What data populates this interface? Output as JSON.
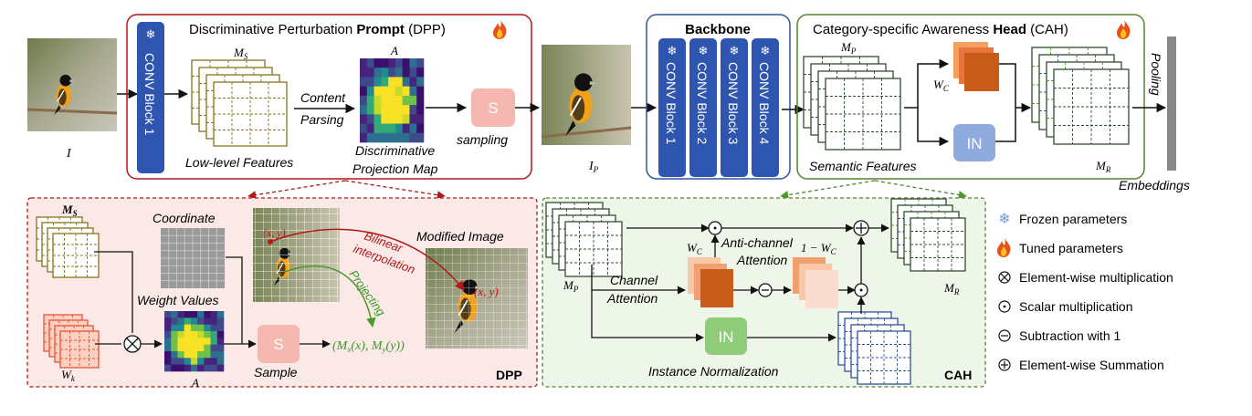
{
  "dpp": {
    "title_pre": "Discriminative Perturbation ",
    "title_bold": "Prompt",
    "title_post": " (DPP)",
    "conv_block": "CONV Block 1",
    "ms_label": "M",
    "ms_sub": "S",
    "low_level": "Low-level Features",
    "content": "Content",
    "parsing": "Parsing",
    "a_label": "A",
    "disc1": "Discriminative",
    "disc2": "Projection Map",
    "s_label": "S",
    "sampling": "sampling"
  },
  "input_label": "I",
  "ip_label": "I",
  "ip_sub": "P",
  "backbone": {
    "title": "Backbone",
    "blocks": [
      "CONV Block 1",
      "CONV Block 2",
      "CONV Block 3",
      "CONV Block 4"
    ]
  },
  "cah": {
    "title_pre": "Category-specific Awareness ",
    "title_bold": "Head",
    "title_post": " (CAH)",
    "mp": "M",
    "mp_sub": "P",
    "wc": "W",
    "wc_sub": "C",
    "in_label": "IN",
    "semantic": "Semantic Features",
    "mr": "M",
    "mr_sub": "R"
  },
  "pooling": "Pooling",
  "embeddings": "Embeddings",
  "dpp_detail": {
    "ms": "M",
    "ms_sub": "S",
    "coordinate": "Coordinate",
    "weight_values": "Weight Values",
    "wk": "W",
    "wk_sub": "k",
    "a": "A",
    "s": "S",
    "sample": "Sample",
    "xy": "(x, y)",
    "bilinear1": "Bilinear",
    "bilinear2": "interpolation",
    "projecting": "Projecting",
    "mapping": "(M_x(x), M_y(y))",
    "modified": "Modified Image",
    "tag": "DPP"
  },
  "cah_detail": {
    "mp": "M",
    "mp_sub": "P",
    "wc": "W",
    "wc_sub": "C",
    "channel1": "Channel",
    "channel2": "Attention",
    "anti1": "Anti-channel",
    "anti2": "Attention",
    "one_minus": "1 − W",
    "one_minus_sub": "C",
    "in_label": "IN",
    "inst_norm": "Instance Normalization",
    "mr": "M",
    "mr_sub": "R",
    "tag": "CAH"
  },
  "legend": [
    {
      "icon": "snowflake",
      "text": "Frozen parameters"
    },
    {
      "icon": "fire",
      "text": "Tuned parameters"
    },
    {
      "icon": "otimes",
      "text": "Element-wise multiplication"
    },
    {
      "icon": "odot",
      "text": "Scalar multiplication"
    },
    {
      "icon": "ominus",
      "text": "Subtraction with 1"
    },
    {
      "icon": "oplus",
      "text": "Element-wise Summation"
    }
  ],
  "colors": {
    "dpp_border": "#b01818",
    "backbone_border": "#2f5597",
    "cah_border": "#548235",
    "conv_block": "#2e55b0",
    "feature_border": "#8a7220",
    "semantic_border": "#2f4f2f",
    "s_box": "#f4b8b0",
    "in_box": "#8faadc",
    "in_green": "#8fcc7a",
    "orange": "#e07a3a"
  }
}
